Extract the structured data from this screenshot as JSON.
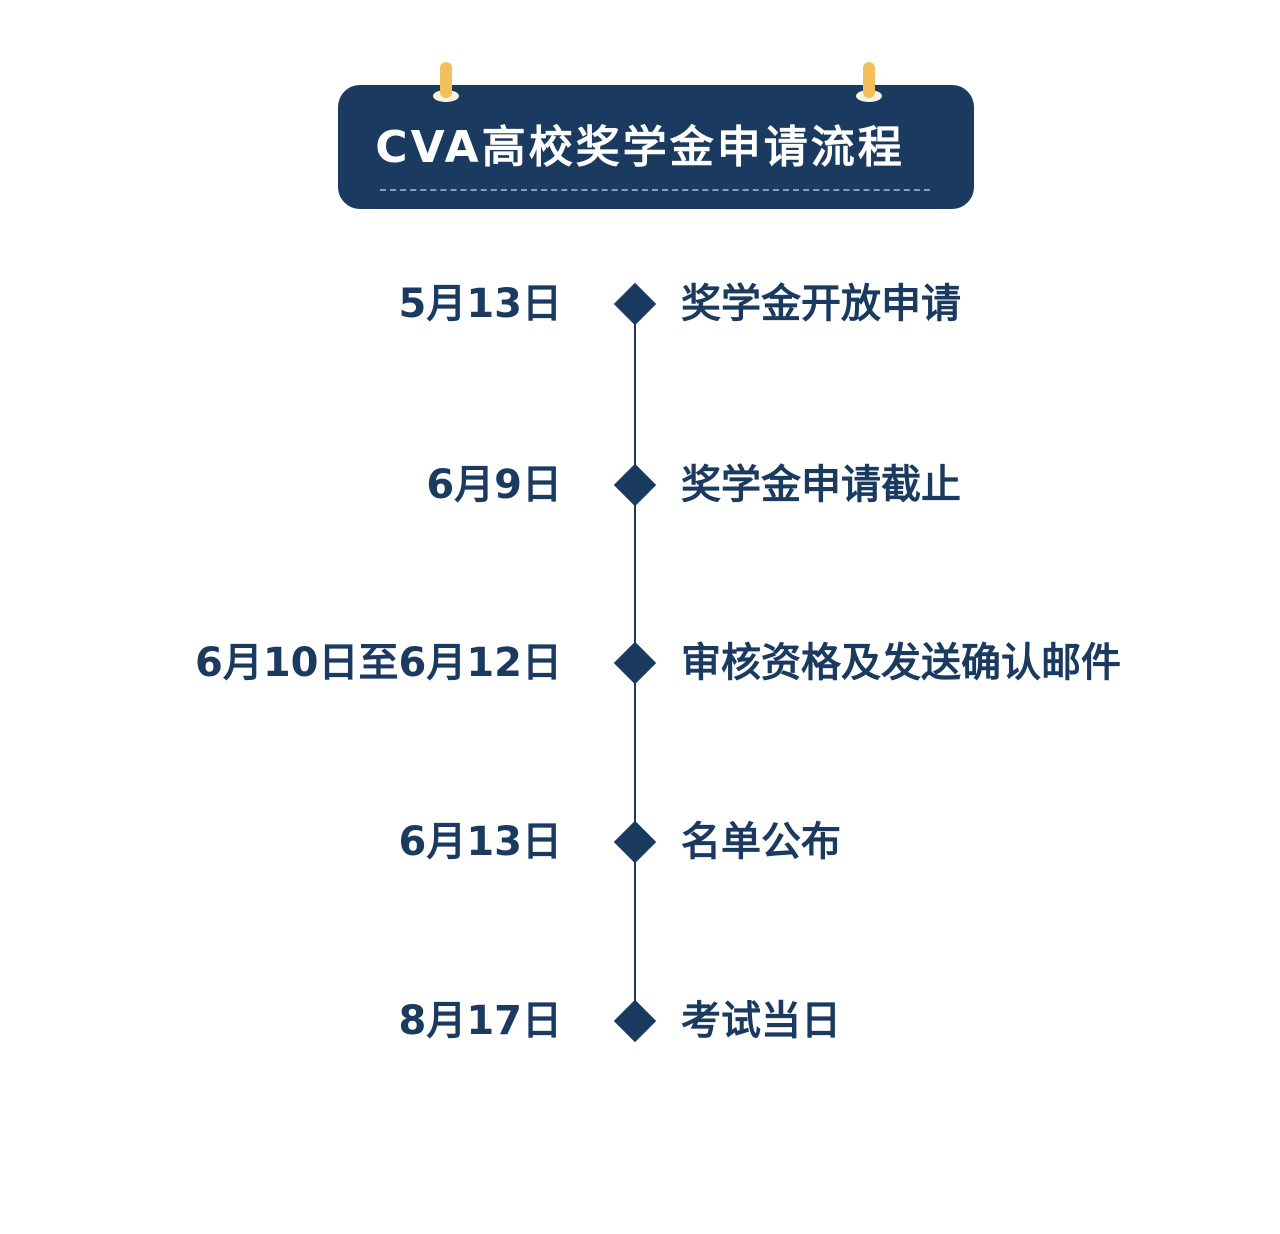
{
  "title": "CVA高校奖学金申请流程",
  "events": [
    {
      "date": "5月13日",
      "label": "奖学金开放申请"
    },
    {
      "date": "6月9日",
      "label": "奖学金申请截止"
    },
    {
      "date": "6月10日至6月12日",
      "label": "审核资格及发送确认邮件"
    },
    {
      "date": "6月13日",
      "label": "名单公布"
    },
    {
      "date": "8月17日",
      "label": "考试当日"
    }
  ],
  "colors": {
    "primary": "#1b3a60",
    "pin": "#f2bf5a",
    "background": "#ffffff"
  }
}
